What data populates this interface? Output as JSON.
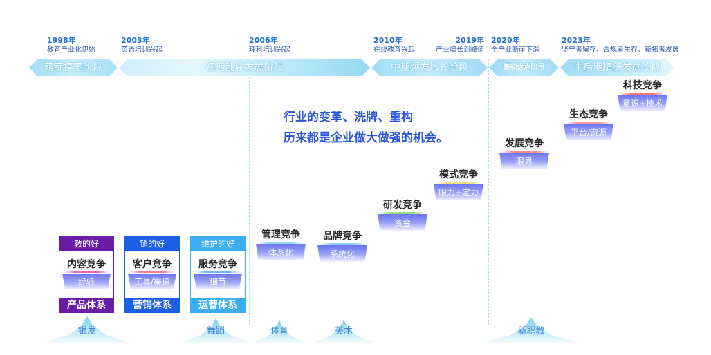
{
  "timeline": {
    "milestones": [
      {
        "year": "1998年",
        "desc": "教育产业化伊始"
      },
      {
        "year": "2003年",
        "desc": "英语培训兴起"
      },
      {
        "year": "2006年",
        "desc": "理科培训兴起"
      },
      {
        "year": "2010年",
        "desc": "在线教育兴起"
      },
      {
        "year": "2019年",
        "desc": "产业增长到峰值"
      },
      {
        "year": "2020年",
        "desc": "全产业断崖下滑"
      },
      {
        "year": "2023年",
        "desc": "坚守者留存、合规者生存、新拓者发展"
      }
    ],
    "stages": [
      {
        "label": "萌芽摸索阶段"
      },
      {
        "label": "初期乱序发展阶段"
      },
      {
        "label": "中期爆发增长阶段"
      },
      {
        "label": "整顿盘点阶段"
      },
      {
        "label": "中后期精细发展阶段"
      }
    ]
  },
  "headline": {
    "line1": "行业的变革、洗牌、重构",
    "line2": "历来都是企业做大做强的机会。"
  },
  "cards": [
    {
      "header": "教的好",
      "competition": "内容竞争",
      "key": "经验",
      "footer": "产品体系",
      "color": "#6b1ca6",
      "underline": "#e868b8"
    },
    {
      "header": "销的好",
      "competition": "客户竞争",
      "key": "工具/渠道",
      "footer": "营销体系",
      "color": "#1c5fe6",
      "underline": "#f07ca0"
    },
    {
      "header": "维护的好",
      "competition": "服务竞争",
      "key": "细节",
      "footer": "运营体系",
      "color": "#3aaef0",
      "underline": "#6fb8f4"
    }
  ],
  "steps": [
    {
      "competition": "管理竞争",
      "key": "体系化",
      "underline": "#8ed8ee"
    },
    {
      "competition": "品牌竞争",
      "key": "系统化",
      "underline": "#8fcff4"
    },
    {
      "competition": "研发竞争",
      "key": "资金",
      "underline": "#9edf7c"
    },
    {
      "competition": "模式竞争",
      "key": "眼力+定力",
      "underline": "#f3df78"
    },
    {
      "competition": "发展竞争",
      "key": "眼界",
      "underline": "#f28b9c"
    },
    {
      "competition": "生态竞争",
      "key": "平台/资源",
      "underline": "#f49ab2"
    },
    {
      "competition": "科技竞争",
      "key": "意识+技术",
      "underline": "#ef7a8c"
    }
  ],
  "segments": [
    {
      "label": "银发"
    },
    {
      "label": "舞蹈"
    },
    {
      "label": "体育"
    },
    {
      "label": "美术"
    },
    {
      "label": "新职教"
    }
  ],
  "colors": {
    "accent": "#2b55dc",
    "year": "#1f6fd3",
    "segment": "#3b87d6"
  }
}
